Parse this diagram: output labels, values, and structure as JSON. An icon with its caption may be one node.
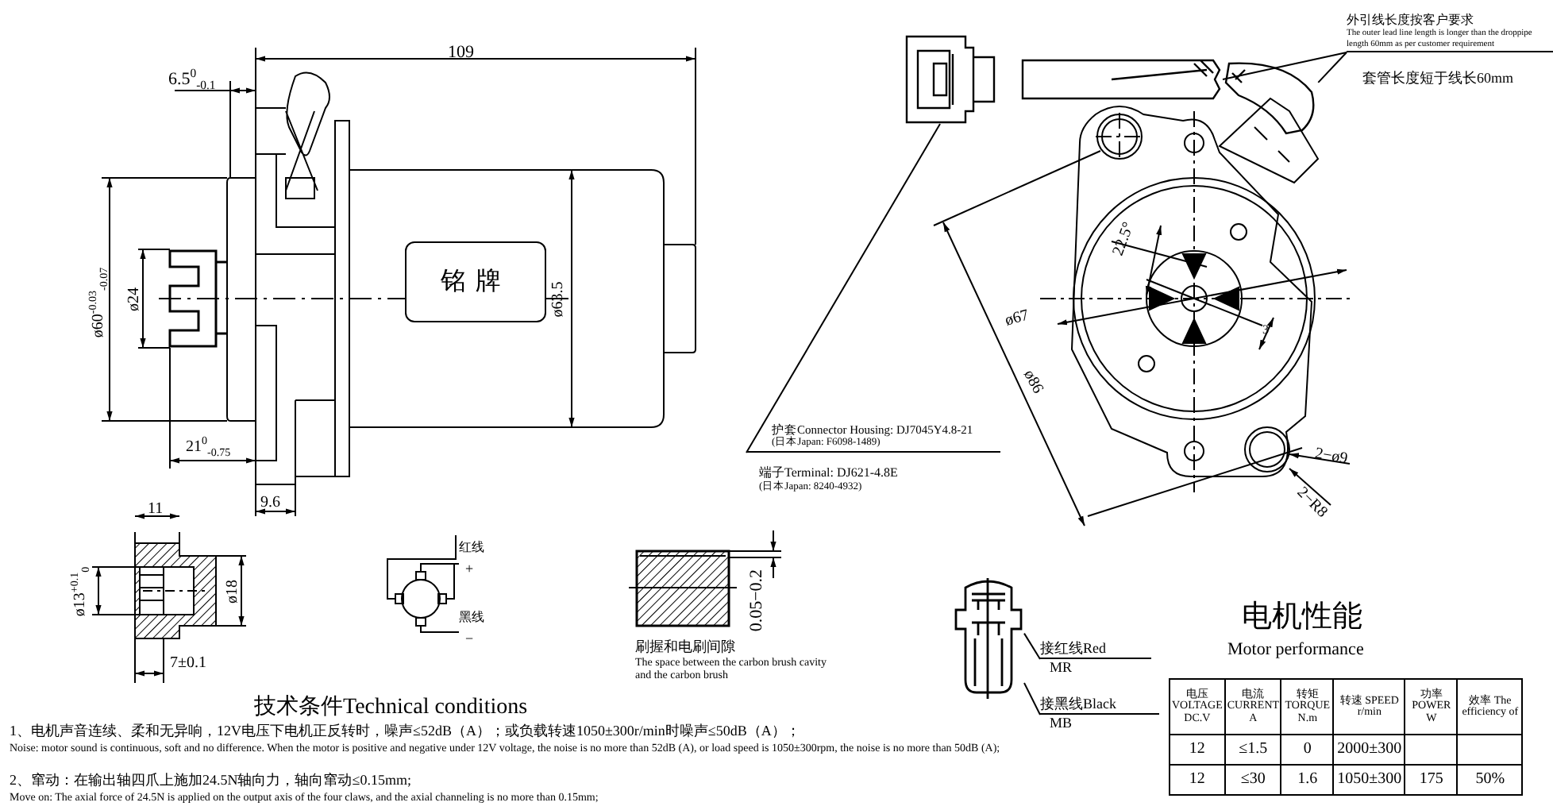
{
  "diagram": {
    "nodes": [
      {
        "text": [
          "护套Connector Housing: DJ7045Y4.8-21",
          "(日本Japan: F6098-1489)"
        ]
      },
      {
        "text": [
          "端子Terminal: DJ621-4.8E",
          "(日本Japan: 8240-4932)"
        ]
      },
      {
        "text": [],
        "shape": "picture"
      },
      {
        "text": [
          "外引线长度按客户要求",
          "The outer lead line length is longer than the droppipe length 60mm as per customer requirement"
        ]
      },
      {
        "text": [],
        "shape": "picture"
      },
      {
        "text": [],
        "shape": "picture"
      },
      {
        "text": [
          "接红线Red",
          "MR"
        ]
      },
      {
        "text": [
          "接黑线Black",
          "MB"
        ]
      },
      {
        "text": [],
        "shape": "picture"
      },
      {
        "text": [
          "铭牌"
        ]
      }
    ],
    "edges": [
      {
        "from": 0,
        "to": 2,
        "arrow": "none"
      },
      {
        "from": 3,
        "to": 4,
        "arrow": "none"
      },
      {
        "from": 3,
        "to": 5,
        "arrow": "none"
      },
      {
        "from": 6,
        "to": 8,
        "arrow": "none"
      },
      {
        "from": 7,
        "to": 8,
        "arrow": "none"
      }
    ],
    "labels": [
      "109",
      "6.5$^{0}$$_{-0.1}$",
      "ø60$^{-0.03}$$_{-0.07}$",
      "ø24",
      "ø63.5",
      "21$^{0}$$_{-0.75}$",
      "9.6",
      "11",
      "ø13$^{+0.1}$$_{0}$",
      "ø18",
      "7±0.1",
      "红线",
      "+",
      "黑线",
      "−",
      "0.05−0.2",
      "刷握和电刷间隙",
      "The space between the carbon brush cavity and the carbon brush",
      "技术条件Technical conditions",
      "1、电机声音连续、柔和无异响，12V电压下电机正反转时，噪声≤52dB（A）；或负载转速1050±300r/min时噪声≤50dB（A）；",
      "Noise: motor sound is continuous, soft and no difference. When the motor is positive and negative under 12V voltage, the noise is no more than 52dB (A), or load speed is 1050±300rpm, the noise is no more than 50dB (A);",
      "2、窜动：在输出轴四爪上施加24.5N轴向力，轴向窜动≤0.15mm;",
      "Move on: The axial force of 24.5N is applied on the output axis of the four claws, and the axial channeling is no more than 0.15mm;",
      "套管长度短于线长60mm",
      "22.5°",
      "ø67",
      "ø86",
      "3",
      "2−ø9",
      "2−R8",
      "电机性能",
      "Motor performance",
      "电压 VOLTAGE DC.V",
      "电流 CURRENT A",
      "转矩 TORQUE N.m",
      "转速 SPEED r/min",
      "功率 POWER W",
      "效率 The efficiency of",
      "12",
      "≤1.5",
      "0",
      "2000±300",
      "12",
      "≤30",
      "1.6",
      "1050±300",
      "175",
      "50%"
    ]
  }
}
